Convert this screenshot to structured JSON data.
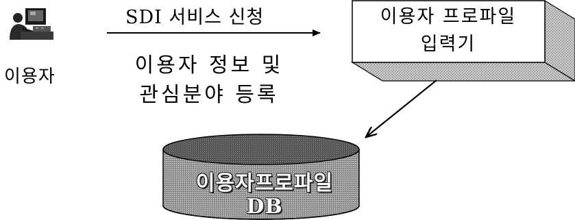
{
  "user": {
    "icon": "computer-user-icon",
    "label": "이용자"
  },
  "request_arrow": {
    "label": "SDI 서비스 신청",
    "description_line1": "이용자 정보 및",
    "description_line2": "관심분야 등록"
  },
  "profile_input_box": {
    "line1": "이용자 프로파일",
    "line2": "입력기"
  },
  "profile_db": {
    "icon": "database-cylinder-icon",
    "line1": "이용자프로파일",
    "line2": "DB"
  },
  "colors": {
    "box_fill": "#ffffff",
    "box_shadow": "#b8b8b8",
    "db_fill": "#9a9a9a",
    "db_dark": "#4a4a4a",
    "line": "#000000"
  }
}
